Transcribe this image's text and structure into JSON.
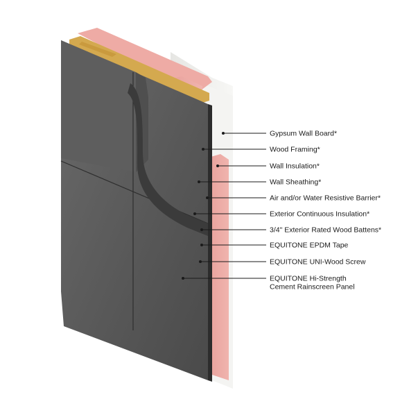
{
  "diagram": {
    "labels": [
      {
        "id": "gypsum",
        "lines": [
          "Gypsum Wall Board*"
        ]
      },
      {
        "id": "framing",
        "lines": [
          "Wood Framing*"
        ]
      },
      {
        "id": "wall-insulation",
        "lines": [
          "Wall Insulation*"
        ]
      },
      {
        "id": "sheathing",
        "lines": [
          "Wall Sheathing*"
        ]
      },
      {
        "id": "barrier",
        "lines": [
          "Air and/or Water Resistive Barrier*"
        ]
      },
      {
        "id": "ci",
        "lines": [
          "Exterior Continuous Insulation*"
        ]
      },
      {
        "id": "battens",
        "lines": [
          "3/4\" Exterior Rated Wood Battens*"
        ]
      },
      {
        "id": "tape",
        "lines": [
          "EQUITONE EPDM Tape"
        ]
      },
      {
        "id": "screw",
        "lines": [
          "EQUITONE UNI-Wood Screw"
        ]
      },
      {
        "id": "panel",
        "lines": [
          "EQUITONE Hi-Strength",
          "Cement Rainscreen Panel"
        ]
      }
    ],
    "colors": {
      "panel": "#5c5c5c",
      "panel_dark": "#3a3a3a",
      "gypsum": "#f2f2f0",
      "framing": "#d9b25a",
      "insulation": "#e9a6a1",
      "ci": "#e2c55f",
      "membrane": "#efefea",
      "leader": "#1a1a1a"
    }
  }
}
